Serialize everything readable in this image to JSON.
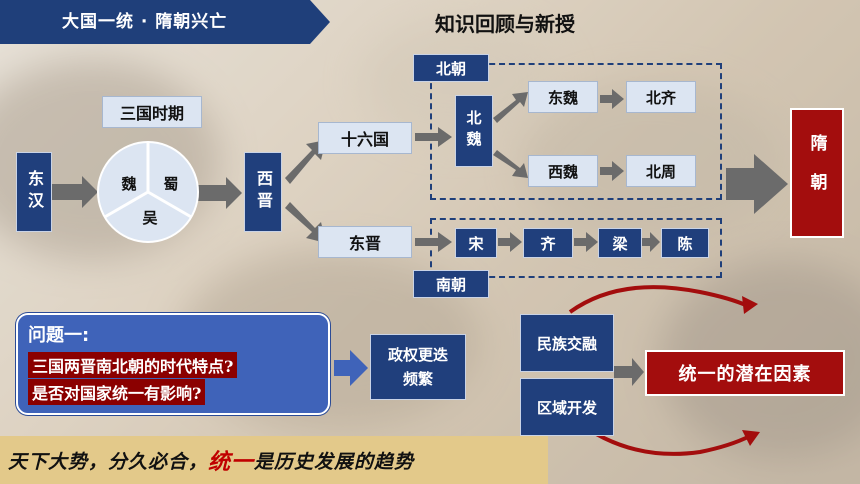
{
  "header": {
    "section_tab": "大国一统 · 隋朝兴亡",
    "title": "知识回顾与新授"
  },
  "diagram": {
    "donghan": "东汉",
    "sanguo_label": "三国时期",
    "wei": "魏",
    "shu": "蜀",
    "wu": "吴",
    "xijin": "西晋",
    "shiliuguo": "十六国",
    "dongjin": "东晋",
    "beichao": "北朝",
    "nanchao": "南朝",
    "beiwei": "北魏",
    "dongwei": "东魏",
    "xiwei": "西魏",
    "beiqi": "北齐",
    "beizhou": "北周",
    "song": "宋",
    "qi": "齐",
    "liang": "梁",
    "chen": "陈",
    "suichao": "隋朝"
  },
  "question": {
    "title": "问题一:",
    "line1": "三国两晋南北朝的时代特点?",
    "line2": "是否对国家统一有影响?"
  },
  "answer": {
    "regime": "政权更迭频繁",
    "ethnic": "民族交融",
    "region": "区域开发",
    "factor": "统一的潜在因素"
  },
  "banner": {
    "part1": "天下大势，分久必合，",
    "emphasis": "统一",
    "part2": "是历史发展的趋势"
  },
  "colors": {
    "navy": "#203f7c",
    "light_blue": "#dce5f2",
    "dark_red": "#a30d0d",
    "question_blue": "#3f63b9",
    "banner_gold": "#e3c98a",
    "arrow_gray": "#6b6b6b"
  }
}
